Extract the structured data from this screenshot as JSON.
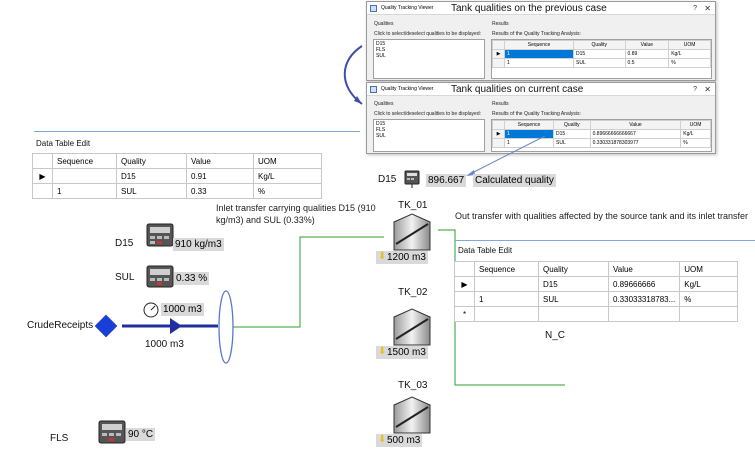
{
  "colors": {
    "selection": "#0078d7",
    "flow_line": "#2e9c2e",
    "valve": "#5b76c8",
    "arrow_blue": "#1f2fa0",
    "diamond": "#1a3fd6",
    "callout": "#6a86c6",
    "value_box": "#d9d9d9",
    "warning_arrow": "#e8c020"
  },
  "viewer_previous": {
    "window_title": "Quality Tracking Viewer",
    "heading": "Tank qualities on the previous case",
    "qualities_label": "Qualities",
    "qualities_hint": "Click to select/deselect qualities to be displayed:",
    "qualities": [
      "D15",
      "FLS",
      "SUL"
    ],
    "results_label": "Results",
    "results_hint": "Results of the Quality Tracking Analysis:",
    "columns": [
      "Sequence",
      "Quality",
      "Value",
      "UOM"
    ],
    "rows": [
      {
        "sequence": "1",
        "quality": "D15",
        "value": "0.89",
        "uom": "Kg/L"
      },
      {
        "sequence": "1",
        "quality": "SUL",
        "value": "0.5",
        "uom": "%"
      }
    ]
  },
  "viewer_current": {
    "window_title": "Quality Tracking Viewer",
    "heading": "Tank qualities on current case",
    "qualities_label": "Qualities",
    "qualities_hint": "Click to select/deselect qualities to be displayed:",
    "qualities": [
      "D15",
      "FLS",
      "SUL"
    ],
    "results_label": "Results",
    "results_hint": "Results of the Quality Tracking Analysis:",
    "columns": [
      "Sequence",
      "Quality",
      "Value",
      "UOM"
    ],
    "rows": [
      {
        "sequence": "1",
        "quality": "D15",
        "value": "0.89666666666667",
        "uom": "Kg/L"
      },
      {
        "sequence": "1",
        "quality": "SUL",
        "value": "0.330331878303977",
        "uom": "%"
      }
    ]
  },
  "dte_left": {
    "title": "Data Table Edit",
    "columns": [
      "Sequence",
      "Quality",
      "Value",
      "UOM"
    ],
    "rows": [
      {
        "sequence": "1",
        "quality": "D15",
        "value": "0.91",
        "uom": "Kg/L"
      },
      {
        "sequence": "1",
        "quality": "SUL",
        "value": "0.33",
        "uom": "%"
      }
    ]
  },
  "dte_right": {
    "title": "Data Table Edit",
    "columns": [
      "Sequence",
      "Quality",
      "Value",
      "UOM"
    ],
    "rows": [
      {
        "sequence": "1",
        "quality": "D15",
        "value": "0.89666666",
        "uom": "Kg/L"
      },
      {
        "sequence": "1",
        "quality": "SUL",
        "value": "0.33033318783...",
        "uom": "%"
      }
    ],
    "new_row_marker": "*"
  },
  "calc": {
    "name": "D15",
    "value": "896.667",
    "caption": "Calculated quality"
  },
  "source": {
    "d15_label": "D15",
    "d15_value": "910 kg/m3",
    "sul_label": "SUL",
    "sul_value": "0.33 %",
    "flow_value": "1000 m3",
    "flow_total": "1000 m3",
    "node_label": "CrudeReceipts",
    "fls_label": "FLS",
    "fls_value": "90 °C"
  },
  "annotations": {
    "inlet": "Inlet transfer carrying qualities D15 (910 kg/m3) and SUL (0.33%)",
    "outlet": "Out transfer with qualities affected by the source tank and its inlet transfer"
  },
  "tanks": [
    {
      "name": "TK_01",
      "volume": "1200 m3"
    },
    {
      "name": "TK_02",
      "volume": "1500 m3"
    },
    {
      "name": "TK_03",
      "volume": "500 m3"
    }
  ],
  "outlet_node": "N_C"
}
